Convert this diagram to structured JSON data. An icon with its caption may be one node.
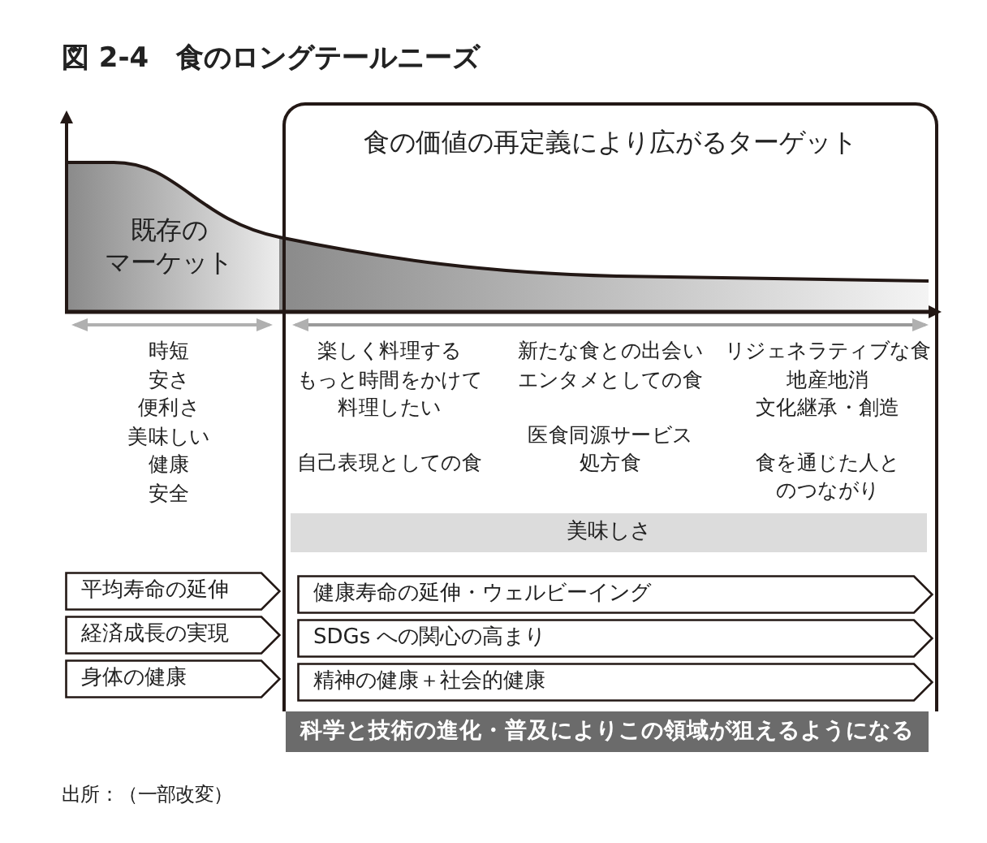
{
  "diagram": {
    "title": "図 2-4　食のロングテールニーズ",
    "nodes": [
      {
        "text": [
          "食の価値の再定義により広がるターゲット"
        ]
      },
      {
        "text": [
          "美味しさ"
        ],
        "in": 0
      },
      {
        "text": [
          "健康寿命の延伸・ウェルビーイング"
        ],
        "in": 0
      },
      {
        "text": [
          "SDGs への関心の高まり"
        ],
        "in": 0
      },
      {
        "text": [
          "精神の健康＋社会的健康"
        ],
        "in": 0
      },
      {
        "text": [
          "平均寿命の延伸"
        ]
      },
      {
        "text": [
          "経済成長の実現"
        ]
      },
      {
        "text": [
          "身体の健康"
        ]
      },
      {
        "text": [
          "科学と技術の進化・普及によりこの領域が狙えるようになる"
        ]
      }
    ],
    "edges": [],
    "labels": [
      "既存の",
      "マーケット",
      "時短",
      "安さ",
      "便利さ",
      "美味しい",
      "健康",
      "安全",
      "楽しく料理する",
      "もっと時間をかけて料理したい",
      "自己表現としての食",
      "新たな食との出会い",
      "エンタメとしての食",
      "医食同源サービス",
      "処方食",
      "リジェネラティブな食",
      "地産地消",
      "文化継承・創造",
      "食を通じた人とのつながり",
      "出所：（一部改変）"
    ]
  }
}
